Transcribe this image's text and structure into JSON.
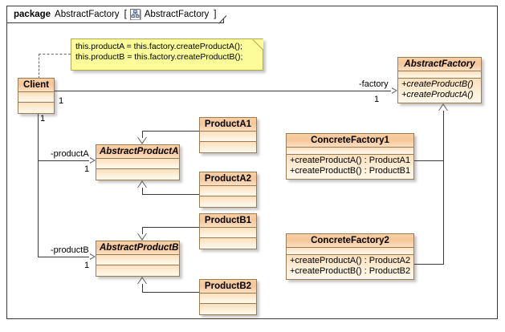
{
  "package": {
    "keyword": "package",
    "name": "AbstractFactory",
    "bracket_open": "[",
    "bracket_close": "]",
    "diagram_icon": "class-diagram-icon",
    "diagram_name": "AbstractFactory"
  },
  "note": {
    "line1": "this.productA = this.factory.createProductA();",
    "line2": "this.productB = this.factory.createProductB();"
  },
  "classes": {
    "client": {
      "name": "Client",
      "abstract": false,
      "sections": [
        [],
        []
      ]
    },
    "abstract_factory": {
      "name": "AbstractFactory",
      "abstract": true,
      "attributes": [],
      "operations": [
        "+createProductB()",
        "+createProductA()"
      ]
    },
    "concrete_factory_1": {
      "name": "ConcreteFactory1",
      "abstract": false,
      "attributes": [],
      "operations": [
        "+createProductA() : ProductA1",
        "+createProductB() : ProductB1"
      ]
    },
    "concrete_factory_2": {
      "name": "ConcreteFactory2",
      "abstract": false,
      "attributes": [],
      "operations": [
        "+createProductA() : ProductA2",
        "+createProductB() : ProductB2"
      ]
    },
    "abstract_product_a": {
      "name": "AbstractProductA",
      "abstract": true
    },
    "abstract_product_b": {
      "name": "AbstractProductB",
      "abstract": true
    },
    "product_a1": {
      "name": "ProductA1",
      "abstract": false
    },
    "product_a2": {
      "name": "ProductA2",
      "abstract": false
    },
    "product_b1": {
      "name": "ProductB1",
      "abstract": false
    },
    "product_b2": {
      "name": "ProductB2",
      "abstract": false
    }
  },
  "associations": {
    "factory_role": "-factory",
    "factory_mult_target": "1",
    "client_mult_factory": "1",
    "client_mult_products": "1",
    "product_a_role": "-productA",
    "product_a_mult": "1",
    "product_b_role": "-productB",
    "product_b_mult": "1"
  },
  "colors": {
    "class_header": "#f6c79a",
    "class_body": "#fdf3e0",
    "class_border": "#9a7b52",
    "note_fill": "#fcfc98",
    "note_border": "#b3a84a",
    "line": "#3c3a36",
    "frame": "#3c3a36"
  }
}
